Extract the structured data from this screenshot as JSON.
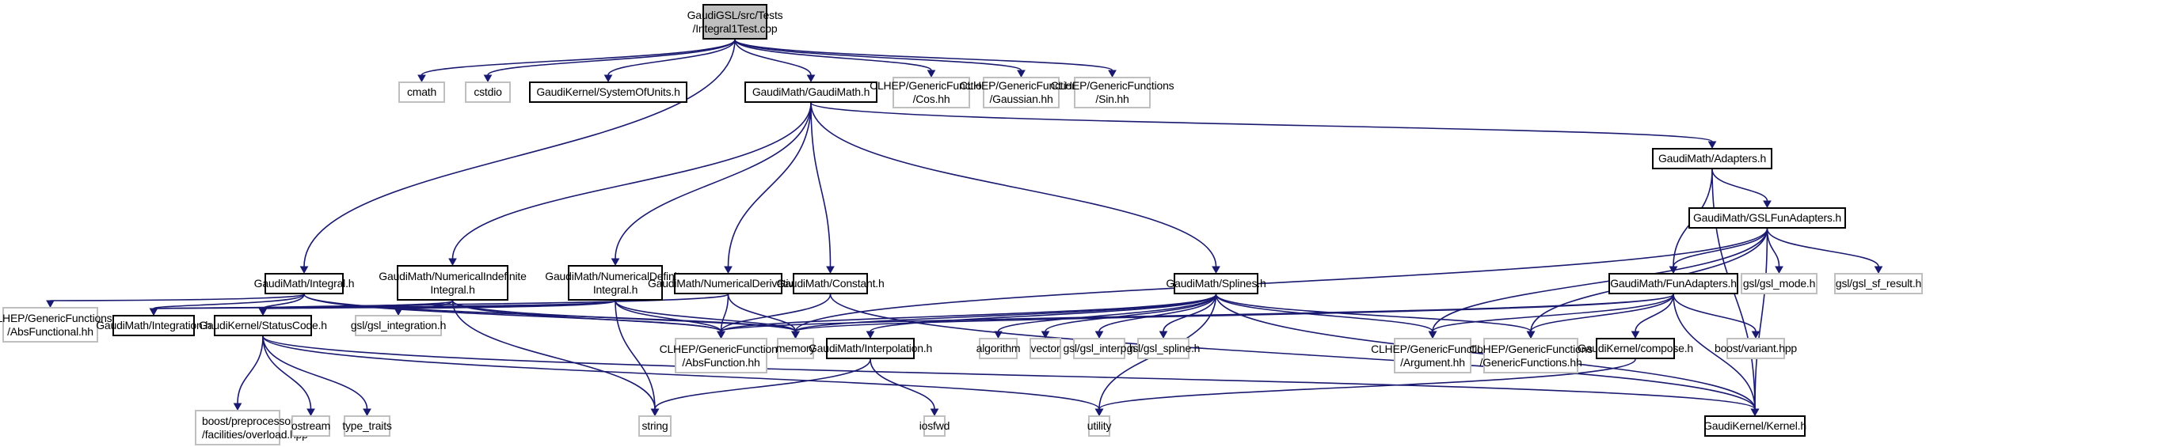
{
  "graph": {
    "title": "Include dependency graph for Integral1Test.cpp",
    "edge_color": "#191970",
    "root_fill": "#bfbfbf",
    "nodes": [
      {
        "id": "root",
        "label": "GaudiGSL/src/Tests\n/Integral1Test.cpp",
        "kind": "root"
      },
      {
        "id": "cmath",
        "label": "cmath",
        "kind": "external"
      },
      {
        "id": "cstdio",
        "label": "cstdio",
        "kind": "external"
      },
      {
        "id": "sysunits",
        "label": "GaudiKernel/SystemOfUnits.h",
        "kind": "internal"
      },
      {
        "id": "gaudimath",
        "label": "GaudiMath/GaudiMath.h",
        "kind": "internal"
      },
      {
        "id": "cos",
        "label": "CLHEP/GenericFunctions\n/Cos.hh",
        "kind": "external"
      },
      {
        "id": "gaussian",
        "label": "CLHEP/GenericFunctions\n/Gaussian.hh",
        "kind": "external"
      },
      {
        "id": "sin",
        "label": "CLHEP/GenericFunctions\n/Sin.hh",
        "kind": "external"
      },
      {
        "id": "adapters",
        "label": "GaudiMath/Adapters.h",
        "kind": "internal"
      },
      {
        "id": "gslfunadapters",
        "label": "GaudiMath/GSLFunAdapters.h",
        "kind": "internal"
      },
      {
        "id": "integral",
        "label": "GaudiMath/Integral.h",
        "kind": "internal"
      },
      {
        "id": "numindef",
        "label": "GaudiMath/NumericalIndefinite\nIntegral.h",
        "kind": "internal"
      },
      {
        "id": "numdef",
        "label": "GaudiMath/NumericalDefinite\nIntegral.h",
        "kind": "internal"
      },
      {
        "id": "numderiv",
        "label": "GaudiMath/NumericalDerivative.h",
        "kind": "internal"
      },
      {
        "id": "constant",
        "label": "GaudiMath/Constant.h",
        "kind": "internal"
      },
      {
        "id": "splines",
        "label": "GaudiMath/Splines.h",
        "kind": "internal"
      },
      {
        "id": "funadapters",
        "label": "GaudiMath/FunAdapters.h",
        "kind": "internal"
      },
      {
        "id": "gslmode",
        "label": "gsl/gsl_mode.h",
        "kind": "external"
      },
      {
        "id": "gslsfresult",
        "label": "gsl/gsl_sf_result.h",
        "kind": "external"
      },
      {
        "id": "absfunctional",
        "label": "CLHEP/GenericFunctions\n/AbsFunctional.hh",
        "kind": "external"
      },
      {
        "id": "integration",
        "label": "GaudiMath/Integration.h",
        "kind": "internal"
      },
      {
        "id": "statuscode",
        "label": "GaudiKernel/StatusCode.h",
        "kind": "internal"
      },
      {
        "id": "gslintegration",
        "label": "gsl/gsl_integration.h",
        "kind": "external"
      },
      {
        "id": "absfunction",
        "label": "CLHEP/GenericFunctions\n/AbsFunction.hh",
        "kind": "external"
      },
      {
        "id": "memory",
        "label": "memory",
        "kind": "external"
      },
      {
        "id": "interpolation",
        "label": "GaudiMath/Interpolation.h",
        "kind": "internal"
      },
      {
        "id": "algorithm",
        "label": "algorithm",
        "kind": "external"
      },
      {
        "id": "vector",
        "label": "vector",
        "kind": "external"
      },
      {
        "id": "gslinterp",
        "label": "gsl/gsl_interp.h",
        "kind": "external"
      },
      {
        "id": "gslspline",
        "label": "gsl/gsl_spline.h",
        "kind": "external"
      },
      {
        "id": "argument",
        "label": "CLHEP/GenericFunctions\n/Argument.hh",
        "kind": "external"
      },
      {
        "id": "genericfunctions",
        "label": "CLHEP/GenericFunctions\n/GenericFunctions.hh",
        "kind": "external"
      },
      {
        "id": "compose",
        "label": "GaudiKernel/compose.h",
        "kind": "internal"
      },
      {
        "id": "boostvariant",
        "label": "boost/variant.hpp",
        "kind": "external"
      },
      {
        "id": "boostoverload",
        "label": "boost/preprocessor\n/facilities/overload.hpp",
        "kind": "external"
      },
      {
        "id": "ostream",
        "label": "ostream",
        "kind": "external"
      },
      {
        "id": "typetraits",
        "label": "type_traits",
        "kind": "external"
      },
      {
        "id": "string",
        "label": "string",
        "kind": "external"
      },
      {
        "id": "iosfwd",
        "label": "iosfwd",
        "kind": "external"
      },
      {
        "id": "utility",
        "label": "utility",
        "kind": "external"
      },
      {
        "id": "kernel",
        "label": "GaudiKernel/Kernel.h",
        "kind": "internal"
      }
    ],
    "edges": [
      [
        "root",
        "cmath"
      ],
      [
        "root",
        "cstdio"
      ],
      [
        "root",
        "sysunits"
      ],
      [
        "root",
        "gaudimath"
      ],
      [
        "root",
        "cos"
      ],
      [
        "root",
        "gaussian"
      ],
      [
        "root",
        "sin"
      ],
      [
        "root",
        "integral"
      ],
      [
        "gaudimath",
        "adapters"
      ],
      [
        "gaudimath",
        "numindef"
      ],
      [
        "gaudimath",
        "numdef"
      ],
      [
        "gaudimath",
        "numderiv"
      ],
      [
        "gaudimath",
        "constant"
      ],
      [
        "gaudimath",
        "splines"
      ],
      [
        "adapters",
        "gslfunadapters"
      ],
      [
        "adapters",
        "funadapters"
      ],
      [
        "adapters",
        "kernel"
      ],
      [
        "gslfunadapters",
        "funadapters"
      ],
      [
        "gslfunadapters",
        "gslmode"
      ],
      [
        "gslfunadapters",
        "gslsfresult"
      ],
      [
        "gslfunadapters",
        "memory"
      ],
      [
        "gslfunadapters",
        "argument"
      ],
      [
        "gslfunadapters",
        "genericfunctions"
      ],
      [
        "gslfunadapters",
        "kernel"
      ],
      [
        "integral",
        "absfunctional"
      ],
      [
        "integral",
        "integration"
      ],
      [
        "integral",
        "statuscode"
      ],
      [
        "integral",
        "absfunction"
      ],
      [
        "integral",
        "memory"
      ],
      [
        "numindef",
        "integration"
      ],
      [
        "numindef",
        "statuscode"
      ],
      [
        "numindef",
        "gslintegration"
      ],
      [
        "numindef",
        "absfunction"
      ],
      [
        "numindef",
        "memory"
      ],
      [
        "numindef",
        "string"
      ],
      [
        "numdef",
        "integration"
      ],
      [
        "numdef",
        "statuscode"
      ],
      [
        "numdef",
        "gslintegration"
      ],
      [
        "numdef",
        "absfunction"
      ],
      [
        "numdef",
        "memory"
      ],
      [
        "numdef",
        "string"
      ],
      [
        "numderiv",
        "statuscode"
      ],
      [
        "numderiv",
        "absfunction"
      ],
      [
        "numderiv",
        "memory"
      ],
      [
        "constant",
        "absfunction"
      ],
      [
        "constant",
        "kernel"
      ],
      [
        "splines",
        "absfunction"
      ],
      [
        "splines",
        "memory"
      ],
      [
        "splines",
        "interpolation"
      ],
      [
        "splines",
        "algorithm"
      ],
      [
        "splines",
        "vector"
      ],
      [
        "splines",
        "gslinterp"
      ],
      [
        "splines",
        "gslspline"
      ],
      [
        "splines",
        "argument"
      ],
      [
        "splines",
        "genericfunctions"
      ],
      [
        "splines",
        "utility"
      ],
      [
        "splines",
        "kernel"
      ],
      [
        "funadapters",
        "absfunction"
      ],
      [
        "funadapters",
        "memory"
      ],
      [
        "funadapters",
        "argument"
      ],
      [
        "funadapters",
        "genericfunctions"
      ],
      [
        "funadapters",
        "compose"
      ],
      [
        "funadapters",
        "boostvariant"
      ],
      [
        "funadapters",
        "kernel"
      ],
      [
        "statuscode",
        "boostoverload"
      ],
      [
        "statuscode",
        "ostream"
      ],
      [
        "statuscode",
        "typetraits"
      ],
      [
        "statuscode",
        "utility"
      ],
      [
        "statuscode",
        "kernel"
      ],
      [
        "interpolation",
        "iosfwd"
      ],
      [
        "interpolation",
        "string"
      ],
      [
        "compose",
        "utility"
      ]
    ]
  }
}
